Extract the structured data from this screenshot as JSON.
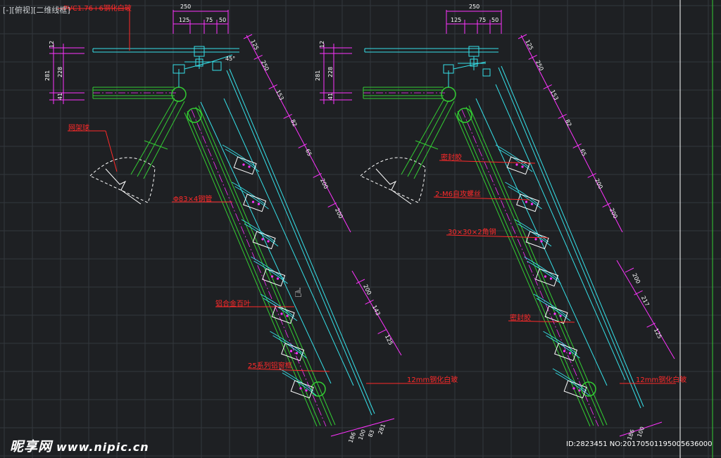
{
  "viewport": {
    "menu_label": "[-][俯视][二维线框]"
  },
  "left_view": {
    "top_dims": [
      "250",
      "125",
      "75",
      "50"
    ],
    "left_dims": [
      "12",
      "281",
      "228",
      "41"
    ],
    "slope_dims": [
      "125",
      "250",
      "153",
      "82",
      "65",
      "200",
      "200"
    ],
    "lower_dims": [
      "200",
      "143",
      "125"
    ],
    "bottom_dims": [
      "186",
      "100",
      "83",
      "281"
    ],
    "angle_dim": "45°",
    "labels": {
      "pvc_glass": "PVC1.76+6钢化白玻",
      "mesh_ball": "网架球",
      "steel_pipe": "Φ83×4钢管",
      "louver": "铝合金百叶",
      "window_frame": "25系列铝窗框",
      "tempered_glass": "12mm钢化白玻"
    }
  },
  "right_view": {
    "top_dims": [
      "250",
      "125",
      "75",
      "50"
    ],
    "left_dims": [
      "12",
      "281",
      "228",
      "41"
    ],
    "slope_dims": [
      "125",
      "250",
      "153",
      "82",
      "65",
      "200",
      "200"
    ],
    "lower_dims": [
      "200",
      "217",
      "125"
    ],
    "bottom_dims": [
      "186",
      "100"
    ],
    "labels": {
      "sealant_top": "密封胶",
      "screw": "2-M6自攻螺丝",
      "angle_steel": "30×30×2角钢",
      "sealant_bottom": "密封胶",
      "tempered_glass": "12mm钢化白玻"
    }
  },
  "watermark": {
    "brand": "昵享网",
    "url": "www.nipic.cn",
    "image_id": "ID:2823451 NO:20170501195005636000"
  },
  "colors": {
    "background": "#1e2023",
    "grid": "#33373c",
    "green": "#33cc33",
    "cyan": "#35e0e8",
    "magenta": "#ff33ff",
    "red_label": "#ff2a2a",
    "white": "#ffffff"
  }
}
